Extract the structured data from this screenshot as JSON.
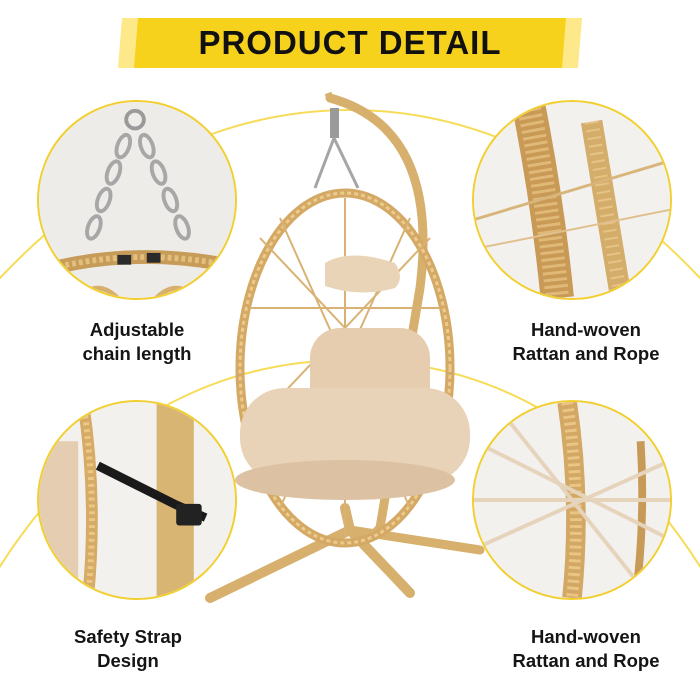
{
  "banner": {
    "title": "PRODUCT DETAIL"
  },
  "colors": {
    "accent": "#f7d21c",
    "ring": "#f2cf2f",
    "rattan": "#d9b06c",
    "frame": "#d7b06d",
    "cushion": "#e9d3b8"
  },
  "details": [
    {
      "line1": "Adjustable",
      "line2": "chain length",
      "icon": "chain-hook-icon"
    },
    {
      "line1": "Hand-woven",
      "line2": "Rattan and Rope",
      "icon": "rattan-wrap-icon"
    },
    {
      "line1": "Safety Strap",
      "line2": "Design",
      "icon": "safety-strap-icon"
    },
    {
      "line1": "Hand-woven",
      "line2": "Rattan and Rope",
      "icon": "rope-weave-icon"
    }
  ]
}
